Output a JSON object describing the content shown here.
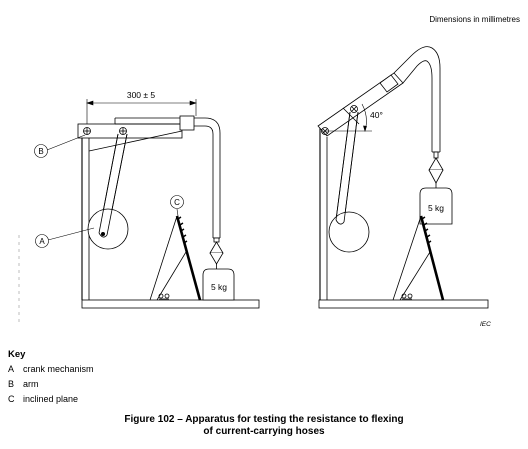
{
  "header_note": "Dimensions in millimetres",
  "figure": {
    "dimension_label": "300 ± 5",
    "angle_label": "40°",
    "weight_label_left": "5 kg",
    "weight_label_right": "5 kg",
    "callout_a": "A",
    "callout_b": "B",
    "callout_c": "C",
    "iec_mark": "IEC"
  },
  "key": {
    "title": "Key",
    "items": [
      {
        "letter": "A",
        "text": "crank mechanism"
      },
      {
        "letter": "B",
        "text": "arm"
      },
      {
        "letter": "C",
        "text": "inclined plane"
      }
    ]
  },
  "caption": {
    "line1": "Figure 102 – Apparatus for testing the resistance to flexing",
    "line2": "of current-carrying hoses"
  }
}
